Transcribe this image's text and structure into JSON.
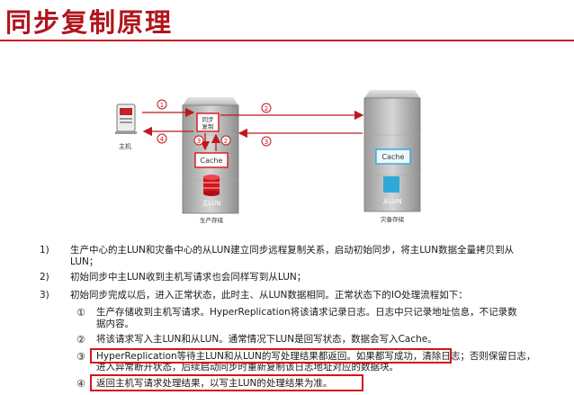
{
  "title": "同步复制原理",
  "diagram": {
    "host_label": "主机",
    "prod_label": "生产存储",
    "dr_label": "灾备存储",
    "sync_box_line1": "同步",
    "sync_box_line2": "复制",
    "cache_prod": "Cache",
    "cache_dr": "Cache",
    "main_lun": "主LUN",
    "slave_lun": "从LUN",
    "arrow_num_1": "1",
    "arrow_num_2": "2",
    "arrow_num_3": "3",
    "arrow_num_4": "4"
  },
  "steps": [
    {
      "num": "1)",
      "line1": "生产中心的主LUN和灾备中心的从LUN建立同步远程复制关系，启动初始同步，将主LUN数据全量拷贝到从",
      "line2": "LUN；"
    },
    {
      "num": "2)",
      "line1": "初始同步中主LUN收到主机写请求也会同样写到从LUN；"
    },
    {
      "num": "3)",
      "line1": "初始同步完成以后，进入正常状态，此时主、从LUN数据相同。正常状态下的IO处理流程如下："
    }
  ],
  "substeps": [
    {
      "num": "①",
      "line1": "生产存储收到主机写请求。HyperReplication将该请求记录日志。日志中只记录地址信息，不记录数",
      "line2": "据内容。"
    },
    {
      "num": "②",
      "line1": "将该请求写入主LUN和从LUN。通常情况下LUN是回写状态，数据会写入Cache。"
    },
    {
      "num": "③",
      "line1": "HyperReplication等待主LUN和从LUN的写处理结果都返回。如果都写成功，清除日志；否则保留日志，",
      "line2": "进入异常断开状态，后续启动同步时重新复制该日志地址对应的数据块。"
    },
    {
      "num": "④",
      "line1": "返回主机写请求处理结果，以写主LUN的处理结果为准。"
    }
  ]
}
